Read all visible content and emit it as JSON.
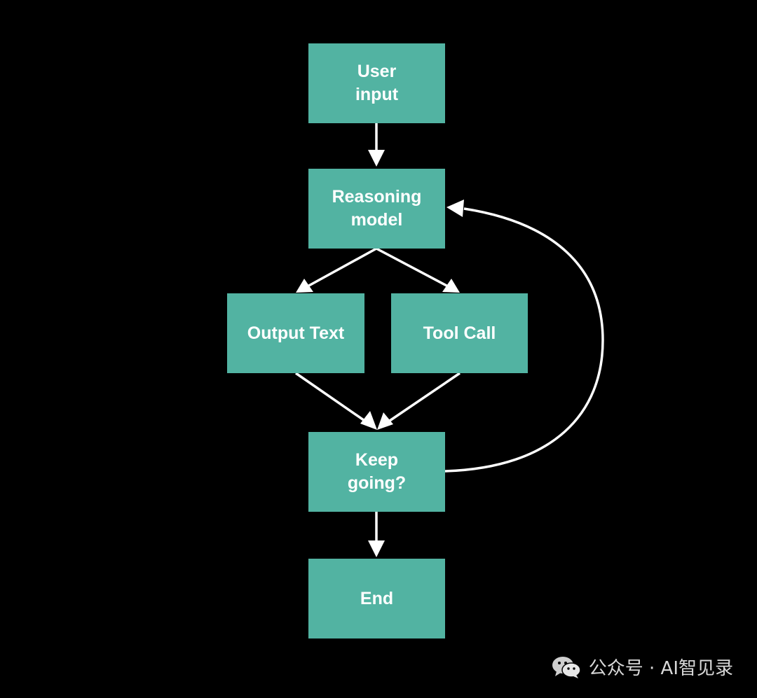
{
  "diagram": {
    "nodes": {
      "user_input": "User\ninput",
      "reasoning_model": "Reasoning\nmodel",
      "output_text": "Output Text",
      "tool_call": "Tool Call",
      "keep_going": "Keep\ngoing?",
      "end": "End"
    },
    "colors": {
      "background": "#000000",
      "node_fill": "#52b3a2",
      "node_text": "#ffffff",
      "edge": "#ffffff"
    }
  },
  "watermark": {
    "text": "公众号 · AI智见录",
    "icon": "wechat-icon"
  }
}
